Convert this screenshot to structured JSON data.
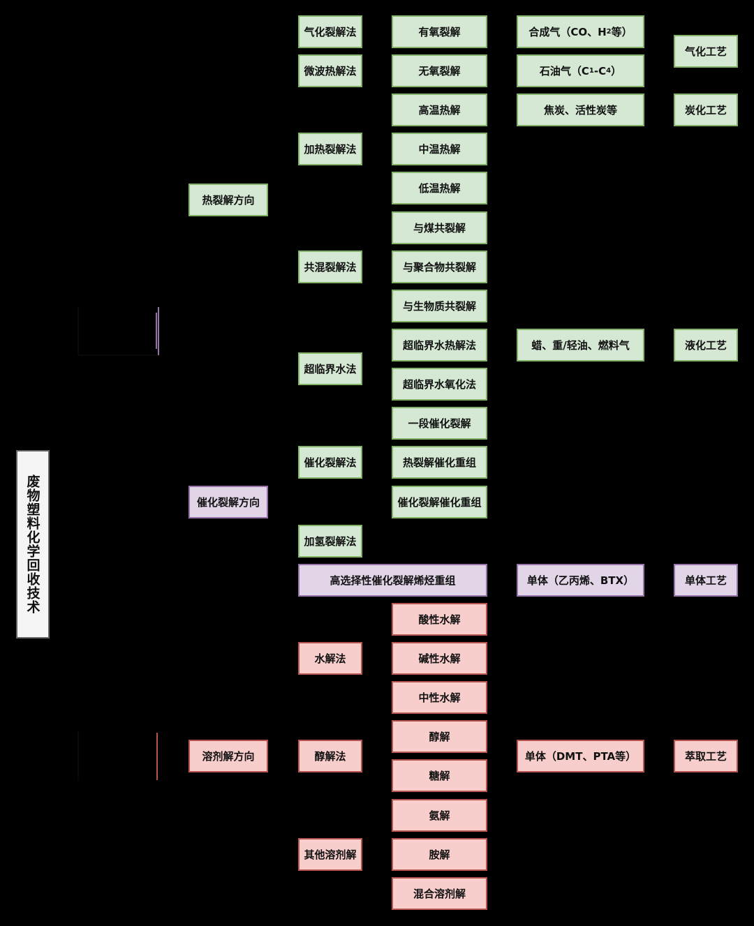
{
  "root": "废物塑料化学回收技术",
  "directions": {
    "thermal": "热裂解方向",
    "catalytic": "催化裂解方向",
    "solvent": "溶剂解方向"
  },
  "methods": {
    "gasification": "气化裂解法",
    "microwave": "微波热解法",
    "heating": "加热裂解法",
    "copyrolysis": "共混裂解法",
    "supercritical": "超临界水法",
    "catalytic_cracking": "催化裂解法",
    "hydrocracking": "加氢裂解法",
    "high_selectivity": "高选择性催化裂解烯烃重组",
    "hydrolysis": "水解法",
    "alcoholysis": "醇解法",
    "other_solvolysis": "其他溶剂解"
  },
  "submethods": {
    "aerobic": "有氧裂解",
    "anaerobic": "无氧裂解",
    "high_temp": "高温热解",
    "mid_temp": "中温热解",
    "low_temp": "低温热解",
    "with_coal": "与煤共裂解",
    "with_polymer": "与聚合物共裂解",
    "with_biomass": "与生物质共裂解",
    "scw_pyrolysis": "超临界水热解法",
    "scw_oxidation": "超临界水氧化法",
    "one_stage": "一段催化裂解",
    "pyro_reforming": "热裂解催化重组",
    "cat_reforming": "催化裂解催化重组",
    "acid_hydrolysis": "酸性水解",
    "alkaline_hydrolysis": "碱性水解",
    "neutral_hydrolysis": "中性水解",
    "alcohol": "醇解",
    "glycolysis": "糖解",
    "ammonolysis": "氨解",
    "aminolysis": "胺解",
    "mixed_solvent": "混合溶剂解"
  },
  "products": {
    "syngas_a": "合成气（CO、H",
    "syngas_sub": "2",
    "syngas_b": "等）",
    "petroleum_a": "石油气（C",
    "petroleum_sub1": "1",
    "petroleum_mid": "-C",
    "petroleum_sub2": "4",
    "petroleum_b": "）",
    "coke": "焦炭、活性炭等",
    "wax": "蜡、重/轻油、燃料气",
    "monomer_olefin": "单体（乙丙烯、BTX）",
    "monomer_pet": "单体（DMT、PTA等）"
  },
  "processes": {
    "gasify": "气化工艺",
    "carbonize": "炭化工艺",
    "liquefy": "液化工艺",
    "monomer": "单体工艺",
    "extract": "萃取工艺"
  },
  "colors": {
    "green_fill": "#d5e8d4",
    "green_stroke": "#82b366",
    "purple_fill": "#e1d5e7",
    "purple_stroke": "#9673a6",
    "red_fill": "#f8cecc",
    "red_stroke": "#b85450",
    "root_fill": "#f5f5f5",
    "background": "#000000"
  }
}
